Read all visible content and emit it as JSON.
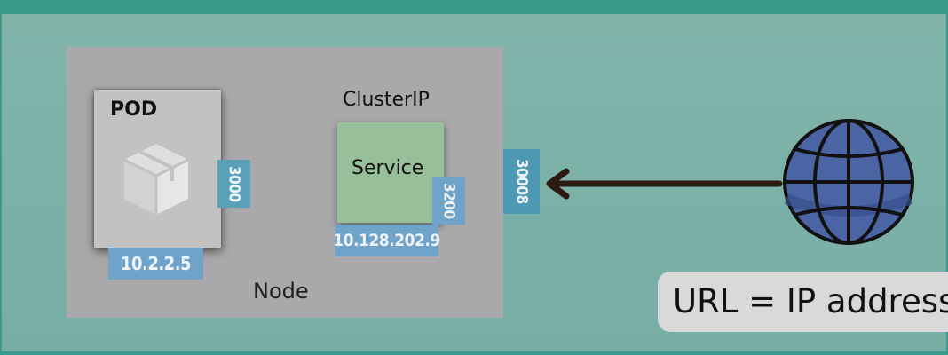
{
  "node": {
    "label": "Node"
  },
  "pod": {
    "title": "POD",
    "ip": "10.2.2.5",
    "port": "3000",
    "icon": "package-box-icon"
  },
  "cluster_ip": {
    "label": "ClusterIP",
    "service_label": "Service",
    "port": "3200",
    "ip": "10.128.202.9"
  },
  "node_port": "30008",
  "external": {
    "icon": "globe-icon",
    "url_label": "URL = IP address"
  },
  "colors": {
    "background": "#3a9a8c",
    "panel": "#7db1a8",
    "node": "#a9a9ab",
    "pod": "#c2c2c2",
    "service": "#97bf99",
    "tag": "#6fa3c9",
    "globe": "#4a64a4",
    "arrow": "#2a1a12"
  }
}
